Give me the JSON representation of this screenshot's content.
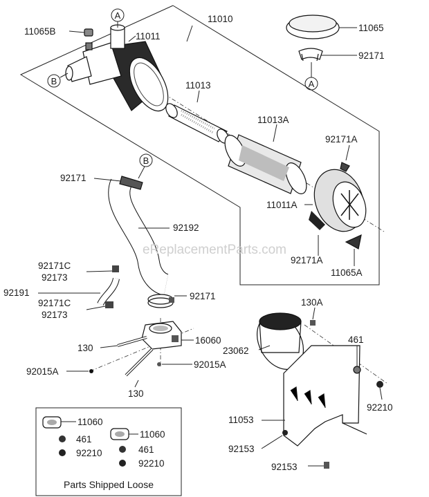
{
  "labels": {
    "p11065B": "11065B",
    "p11011": "11011",
    "p11010": "11010",
    "p11065": "11065",
    "p92171_top": "92171",
    "p11013": "11013",
    "p11013A": "11013A",
    "p92171A_top": "92171A",
    "p92171_hose": "92171",
    "p92192": "92192",
    "p11011A": "11011A",
    "p92171C_a": "92171C",
    "p92173_a": "92173",
    "p92191": "92191",
    "p92171C_b": "92171C",
    "p92173_b": "92173",
    "p92171_clamp": "92171",
    "p92171A_bot": "92171A",
    "p11065A": "11065A",
    "p130A": "130A",
    "p16060": "16060",
    "p23062": "23062",
    "p461": "461",
    "p130_top": "130",
    "p92015A_left": "92015A",
    "p92015A_right": "92015A",
    "p130_bot": "130",
    "p92210": "92210",
    "p11053": "11053",
    "p92153_a": "92153",
    "p92153_b": "92153",
    "box_11060_a": "11060",
    "box_461_a": "461",
    "box_92210_a": "92210",
    "box_11060_b": "11060",
    "box_461_b": "461",
    "box_92210_b": "92210"
  },
  "callouts": {
    "A": "A",
    "B": "B"
  },
  "caption": "Parts Shipped Loose",
  "watermark": "eReplacementParts.com"
}
